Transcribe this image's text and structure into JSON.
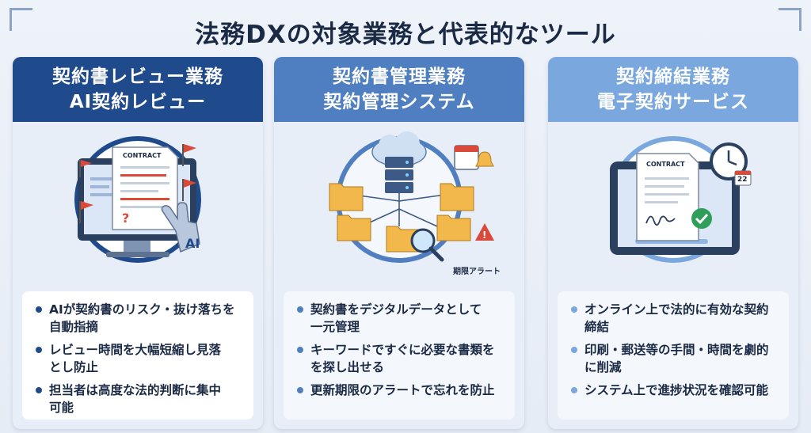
{
  "title": "法務DXの対象業務と代表的なツール",
  "colors": {
    "dark": "#1f4a8c",
    "mid": "#4f7fc0",
    "light": "#7aa7dd",
    "alert": "#d94a3a"
  },
  "cards": [
    {
      "line1": "契約書レビュー業務",
      "line2": "AI契約レビュー",
      "doc_label": "CONTRACT",
      "ai_label": "AI",
      "bullets": [
        [
          "AIが契約書のリスク・抜け落ちを",
          "自動指摘"
        ],
        [
          "レビュー時間を大幅短縮し見落",
          "とし防止"
        ],
        [
          "担当者は高度な法的判断に集中",
          "可能"
        ]
      ]
    },
    {
      "line1": "契約書管理業務",
      "line2": "契約管理システム",
      "alert_label": "期限アラート",
      "bullets": [
        [
          "契約書をデジタルデータとして",
          "一元管理"
        ],
        [
          "キーワードですぐに必要な書類を",
          "を探し出せる"
        ],
        [
          "更新期限のアラートで忘れを防止",
          ""
        ]
      ]
    },
    {
      "line1": "契約締結業務",
      "line2": "電子契約サービス",
      "doc_label": "CONTRACT",
      "calendar_day": "22",
      "bullets": [
        [
          "オンライン上で法的に有効な契約",
          "締結"
        ],
        [
          "印刷・郵送等の手間・時間を劇的",
          "に削減"
        ],
        [
          "システム上で進捗状況を確認可能",
          ""
        ]
      ]
    }
  ]
}
